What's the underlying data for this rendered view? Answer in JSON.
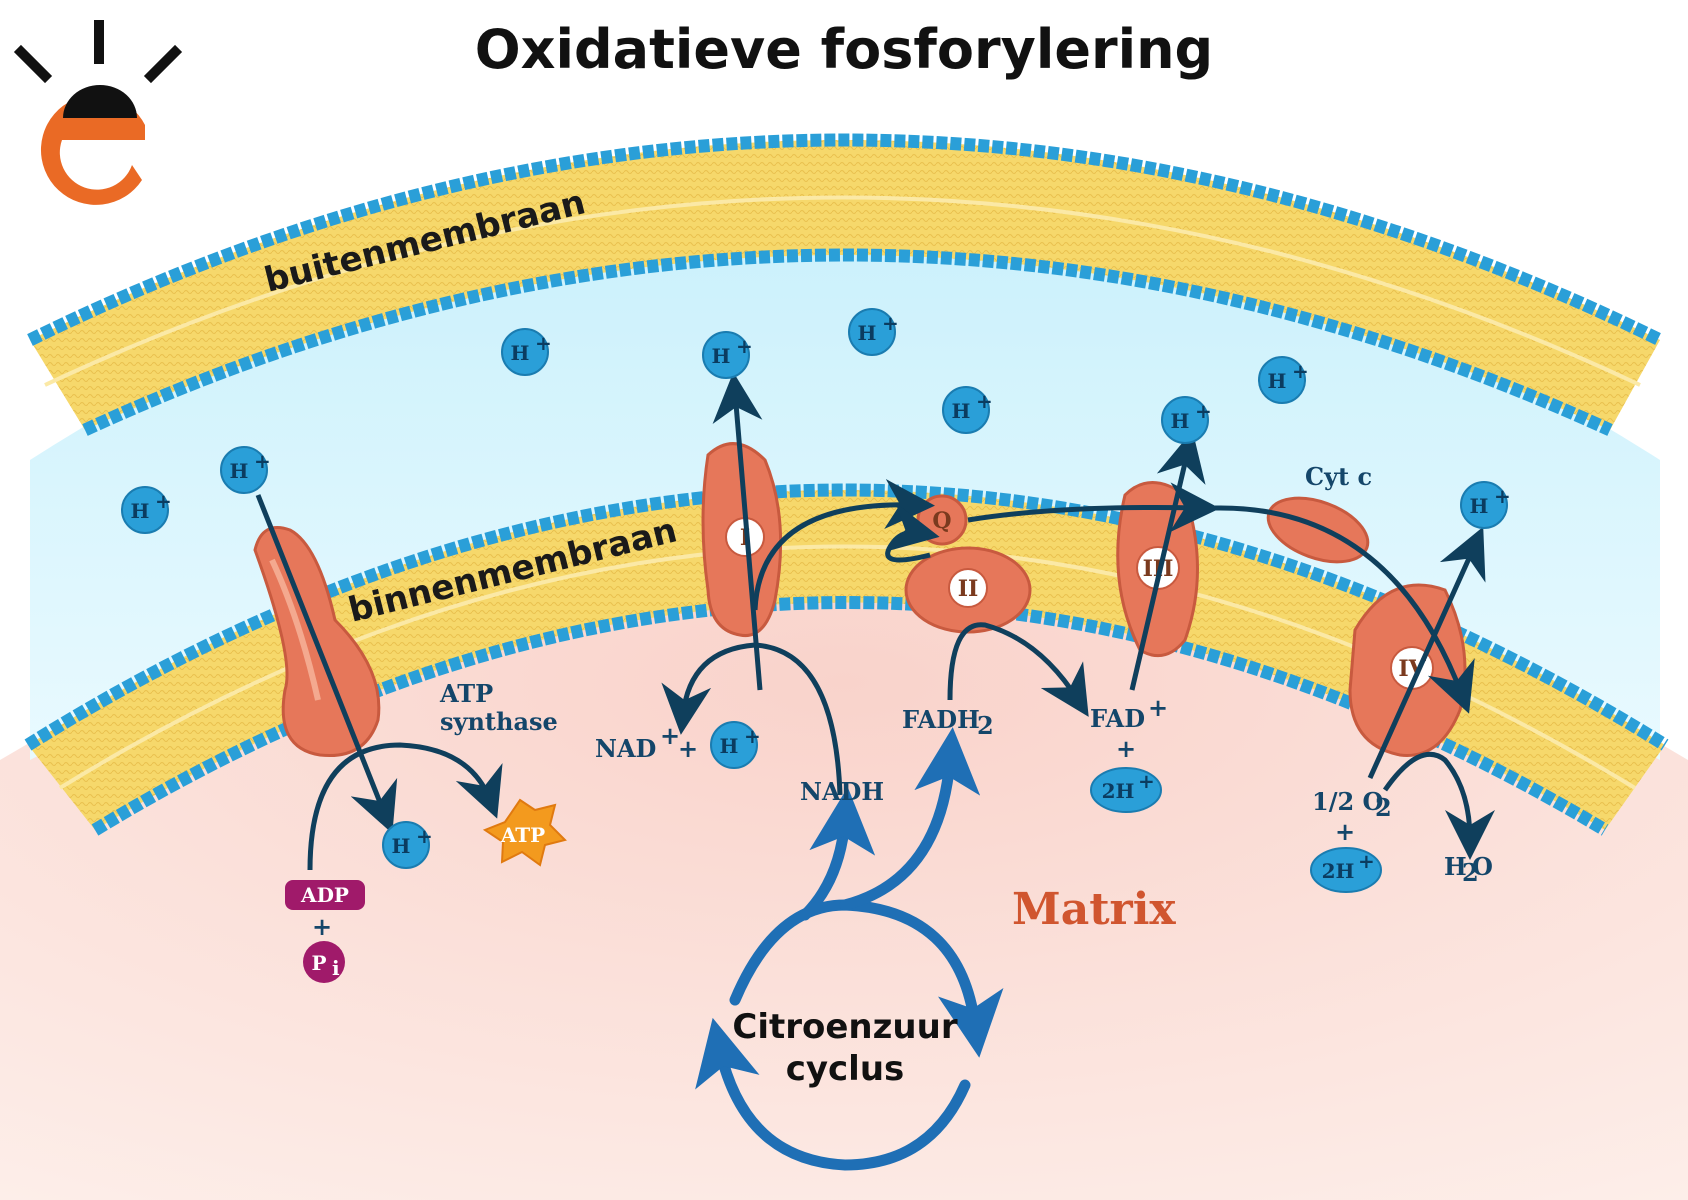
{
  "title": "Oxidatieve fosforylering",
  "labels": {
    "outer_membrane": "buitenmembraan",
    "inner_membrane": "binnenmembraan",
    "matrix": "Matrix",
    "atp_synthase_line1": "ATP",
    "atp_synthase_line2": "synthase",
    "cyt_c": "Cyt c",
    "citric_cycle_line1": "Citroenzuur",
    "citric_cycle_line2": "cyclus"
  },
  "complexes": {
    "complex_1": "I",
    "complex_2": "II",
    "complex_3": "III",
    "complex_4": "IV",
    "ubiquinone": "Q"
  },
  "molecules": {
    "proton": "H",
    "proton_charge": "+",
    "nad_plus": "NAD",
    "nadh": "NADH",
    "fadh2": "FADH",
    "fadh2_sub": "2",
    "fad_plus": "FAD",
    "two_h_plus": "2H",
    "half_o2": "1/2 O",
    "o2_sub": "2",
    "water": "H",
    "water_sub": "2",
    "water_o": "O",
    "adp": "ADP",
    "pi": "P",
    "pi_sub": "i",
    "atp": "ATP",
    "plus_sign": "+"
  },
  "colors": {
    "membrane_yellow": "#f6d86b",
    "head_blue": "#2a9fd8",
    "intermembrane_cyan": "#d4f3fb",
    "matrix_pink": "#f9d6cf",
    "protein_orange": "#e6775a",
    "arrow_navy": "#0f3f5c",
    "cycle_blue": "#1f6fb5",
    "matrix_text": "#d0552f",
    "adp_purple": "#a01a6a",
    "atp_orange": "#f39a1e",
    "logo_orange": "#ea6a25"
  },
  "icons": {
    "logo": "e-logo-icon"
  }
}
